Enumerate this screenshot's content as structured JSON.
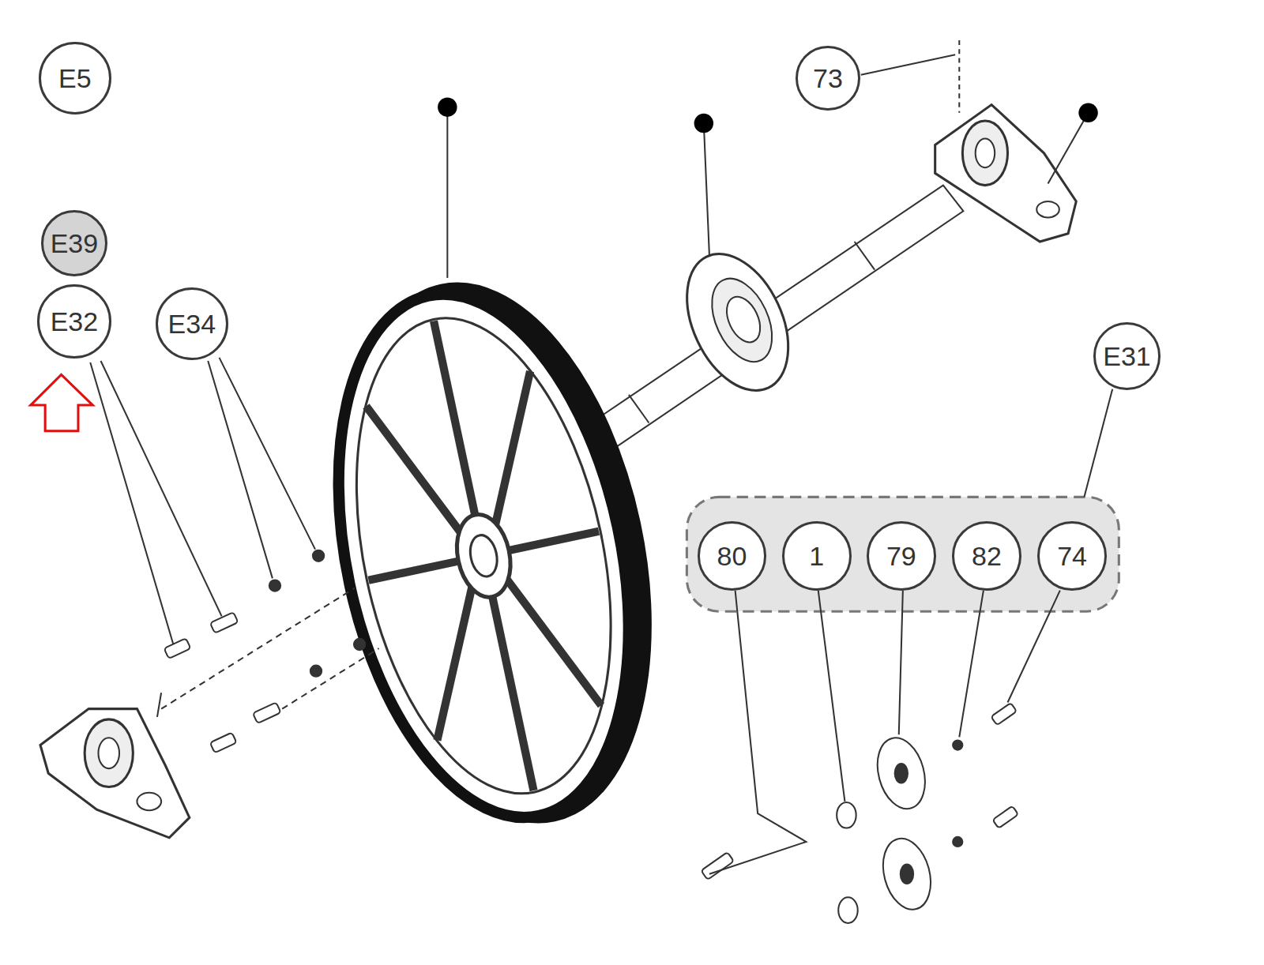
{
  "diagram": {
    "nodes": [
      {
        "text": [
          "E5"
        ]
      },
      {
        "text": [
          "73"
        ]
      },
      {
        "text": [
          "E39"
        ]
      },
      {
        "text": [
          "E32"
        ]
      },
      {
        "text": [
          "E34"
        ]
      },
      {
        "text": [
          "E31"
        ]
      },
      {
        "text": [
          "80"
        ]
      },
      {
        "text": [
          "1"
        ]
      },
      {
        "text": [
          "79"
        ]
      },
      {
        "text": [
          "82"
        ]
      },
      {
        "text": [
          "74"
        ]
      }
    ]
  }
}
